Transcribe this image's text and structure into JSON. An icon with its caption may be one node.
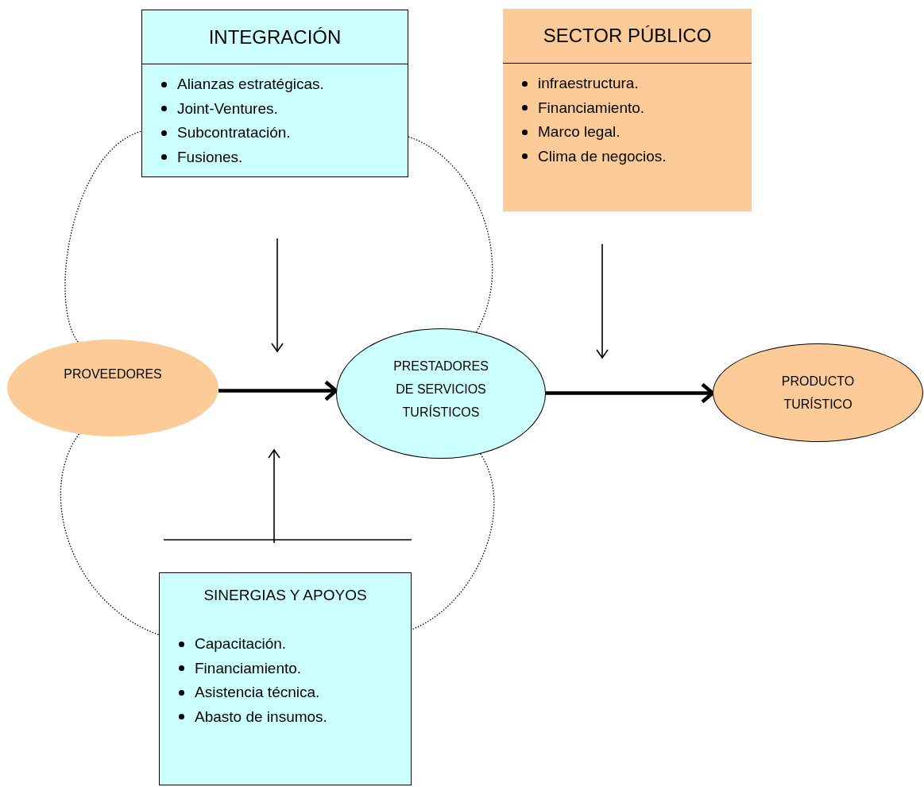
{
  "diagram": {
    "nodes": [
      {
        "text": [
          "INTEGRACIÓN",
          "Alianzas estratégicas.",
          "Joint-Ventures.",
          "Subcontratación.",
          "Fusiones."
        ]
      },
      {
        "text": [
          "SECTOR PÚBLICO",
          "infraestructura.",
          "Financiamiento.",
          "Marco legal.",
          "Clima de negocios."
        ]
      },
      {
        "text": [
          "PROVEEDORES"
        ]
      },
      {
        "text": [
          "PRESTADORES DE SERVICIOS TURÍSTICOS"
        ]
      },
      {
        "text": [
          "PRODUCTO TURÍSTICO"
        ]
      },
      {
        "text": [
          "SINERGIAS Y APOYOS",
          "Capacitación.",
          "Financiamiento.",
          "Asistencia técnica.",
          "Abasto de insumos."
        ]
      }
    ],
    "edges": [
      {
        "from": 2,
        "to": 3,
        "arrow": "to",
        "style": "thick"
      },
      {
        "from": 3,
        "to": 4,
        "arrow": "to",
        "style": "thick"
      },
      {
        "from": 2,
        "to": 0,
        "arrow": "none",
        "style": "dashed"
      },
      {
        "from": 0,
        "to": 3,
        "arrow": "none",
        "style": "dashed"
      },
      {
        "from": 2,
        "to": 5,
        "arrow": "none",
        "style": "dashed"
      },
      {
        "from": 3,
        "to": 5,
        "arrow": "none",
        "style": "dashed"
      }
    ]
  }
}
